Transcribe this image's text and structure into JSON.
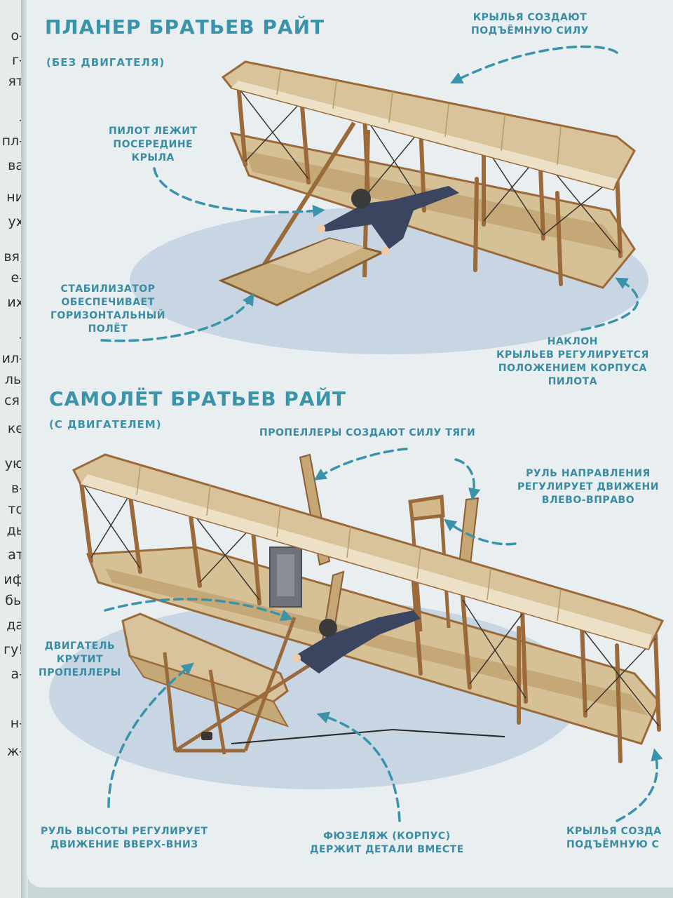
{
  "left_page_fragments": [
    "о-",
    "г-",
    "ят",
    "-",
    "пл-",
    "ва",
    "ни",
    "ух",
    "вя,",
    "е-",
    "их",
    "-",
    "ил-",
    "лы",
    "ся.",
    "ке",
    "ую",
    "в-",
    "то",
    "дь",
    "ат",
    "иф",
    "бы",
    "да",
    "гу!",
    "а-",
    "н-",
    "ж-"
  ],
  "section1": {
    "title": "ПЛАНЕР БРАТЬЕВ РАЙТ",
    "subtitle": "(БЕЗ ДВИГАТЕЛЯ)",
    "callouts": {
      "wings_lift": [
        "КРЫЛЬЯ СОЗДАЮТ",
        "ПОДЪЁМНУЮ СИЛУ"
      ],
      "pilot": [
        "ПИЛОТ ЛЕЖИТ",
        "ПОСЕРЕДИНЕ",
        "КРЫЛА"
      ],
      "stabilizer": [
        "СТАБИЛИЗАТОР",
        "ОБЕСПЕЧИВАЕТ",
        "ГОРИЗОНТАЛЬНЫЙ",
        "ПОЛЁТ"
      ],
      "tilt": [
        "НАКЛОН",
        "КРЫЛЬЕВ РЕГУЛИРУЕТСЯ",
        "ПОЛОЖЕНИЕМ КОРПУСА",
        "ПИЛОТА"
      ]
    }
  },
  "section2": {
    "title": "САМОЛЁТ БРАТЬЕВ РАЙТ",
    "subtitle": "(С ДВИГАТЕЛЕМ)",
    "callouts": {
      "propellers": [
        "ПРОПЕЛЛЕРЫ СОЗДАЮТ СИЛУ ТЯГИ"
      ],
      "rudder": [
        "РУЛЬ НАПРАВЛЕНИЯ",
        "РЕГУЛИРУЕТ ДВИЖЕНИ",
        "ВЛЕВО-ВПРАВО"
      ],
      "engine": [
        "ДВИГАТЕЛЬ",
        "КРУТИТ",
        "ПРОПЕЛЛЕРЫ"
      ],
      "elevator": [
        "РУЛЬ ВЫСОТЫ РЕГУЛИРУЕТ",
        "ДВИЖЕНИЕ ВВЕРХ-ВНИЗ"
      ],
      "fuselage": [
        "ФЮЗЕЛЯЖ (КОРПУС)",
        "ДЕРЖИТ ДЕТАЛИ ВМЕСТЕ"
      ],
      "wings_lift2": [
        "КРЫЛЬЯ СОЗДА",
        "ПОДЪЁМНУЮ С"
      ]
    }
  },
  "colors": {
    "accent": "#3b93a9",
    "wing": "#d9c39a",
    "wing_shadow": "#c4a878",
    "strut": "#9b6a3a",
    "ground": "#c8d6e4"
  }
}
